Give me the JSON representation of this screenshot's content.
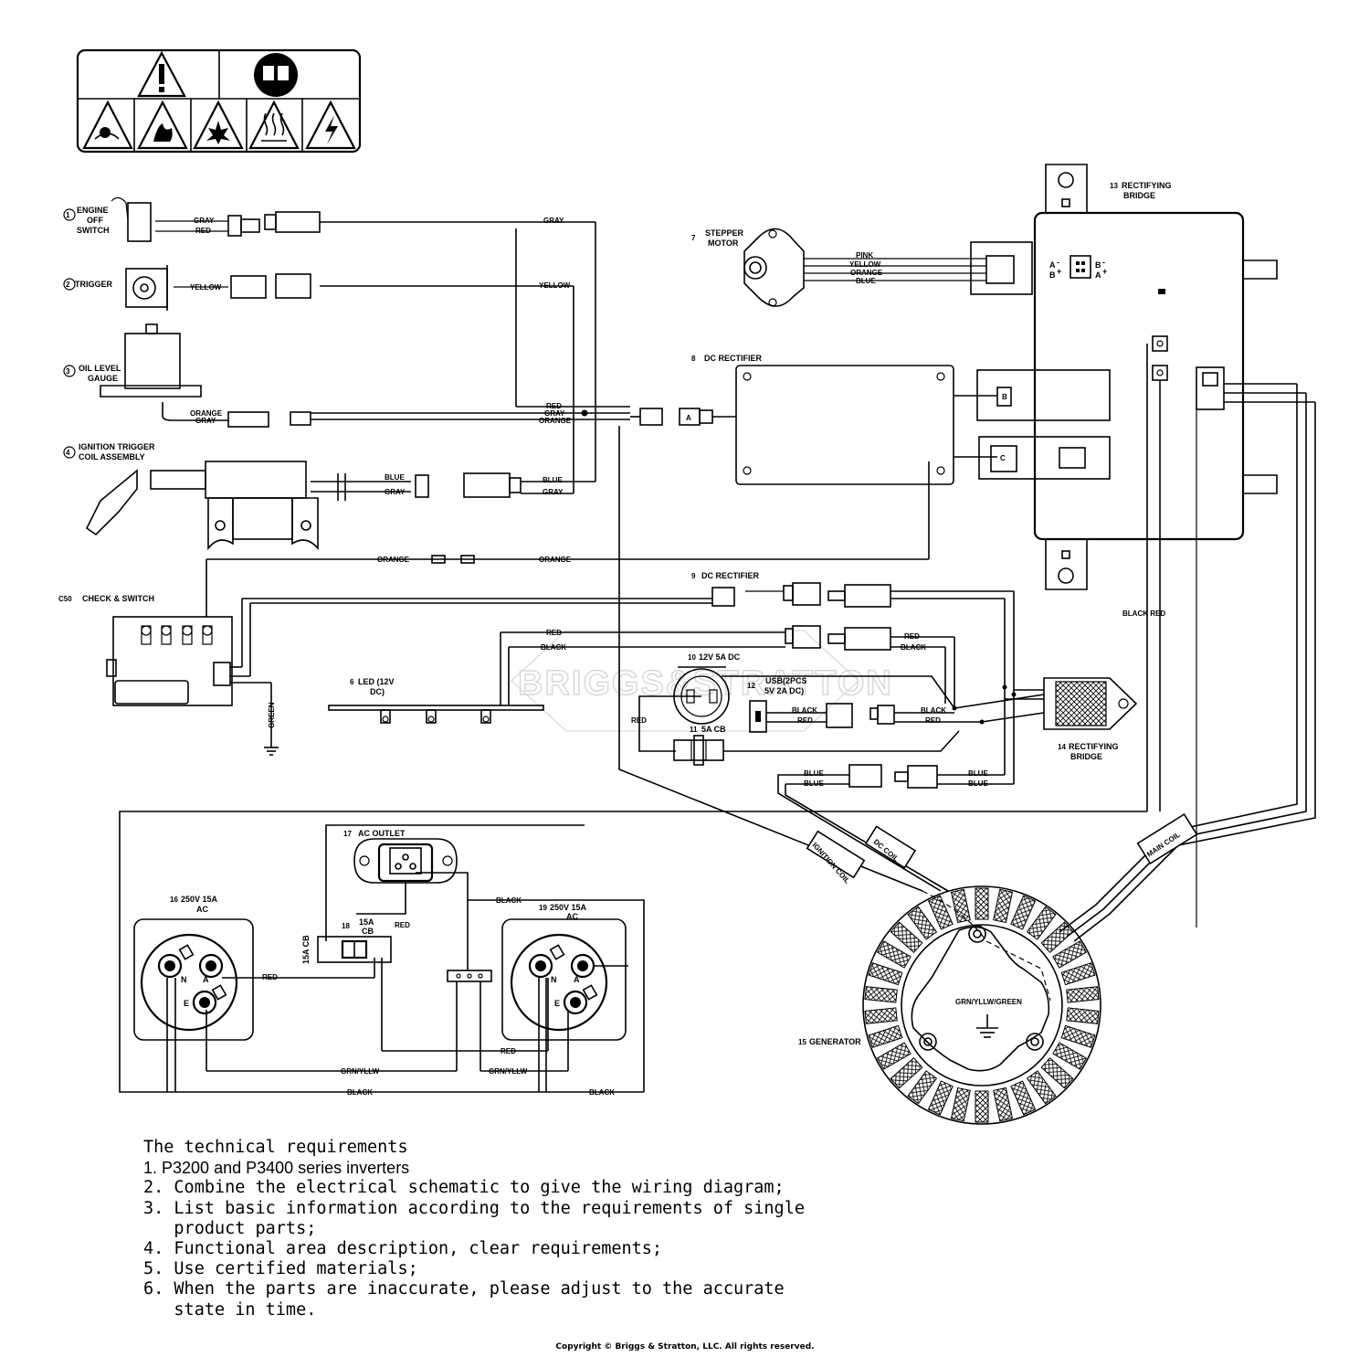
{
  "components": {
    "engine_off": {
      "num": "1",
      "label_1": "ENGINE",
      "label_2": "OFF",
      "label_3": "SWITCH"
    },
    "trigger": {
      "num": "2",
      "label": "TRIGGER"
    },
    "oil_level": {
      "num": "3",
      "label_1": "OIL LEVEL",
      "label_2": "GAUGE"
    },
    "ignition_trigger": {
      "num": "4",
      "label_1": "IGNITION TRIGGER",
      "label_2": "COIL ASSEMBLY"
    },
    "check_switch": {
      "num": "C50",
      "label": "CHECK & SWITCH"
    },
    "led": {
      "num": "6",
      "label_1": "LED (12V",
      "label_2": "DC)"
    },
    "stepper": {
      "num": "7",
      "label_1": "STEPPER",
      "label_2": "MOTOR"
    },
    "dc_rectifier_8": {
      "num": "8",
      "label": "DC RECTIFIER"
    },
    "dc_rectifier_9": {
      "num": "9",
      "label": "DC RECTIFIER"
    },
    "dc12": {
      "num": "10",
      "label": "12V 5A DC"
    },
    "cb5": {
      "num": "11",
      "label": "5A CB"
    },
    "usb": {
      "num": "12",
      "label_1": "USB(2PCS",
      "label_2": "5V 2A DC)"
    },
    "rect_bridge_13": {
      "num": "13",
      "label_1": "RECTIFYING",
      "label_2": "BRIDGE"
    },
    "rect_bridge_14": {
      "num": "14",
      "label_1": "RECTIFYING",
      "label_2": "BRIDGE"
    },
    "generator": {
      "num": "15",
      "label": "GENERATOR"
    },
    "outlet_16": {
      "num": "16",
      "label_1": "250V 15A",
      "label_2": "AC"
    },
    "ac_outlet": {
      "num": "17",
      "label": "AC OUTLET"
    },
    "cb15": {
      "num": "18",
      "label_1": "15A",
      "label_2": "CB",
      "side": "15A CB"
    },
    "outlet_19": {
      "num": "19",
      "label_1": "250V 15A",
      "label_2": "AC"
    }
  },
  "wires": {
    "gray": "GRAY",
    "red": "RED",
    "yellow": "YELLOW",
    "orange": "ORANGE",
    "blue": "BLUE",
    "black": "BLACK",
    "pink": "PINK",
    "green": "GREEN",
    "grn_yllw": "GRN/YLLW",
    "grn_yllw_green": "GRN/YLLW/GREEN",
    "black_red": "BLACK RED"
  },
  "coils": {
    "ignition": "IGNITION COIL",
    "dc": "DC COIL",
    "main": "MAIN COIL"
  },
  "connectors": {
    "a": "A",
    "b": "B",
    "c": "C"
  },
  "terminals": {
    "n": "N",
    "a": "A",
    "e": "E"
  },
  "stepper_pins": {
    "a_left": "A",
    "b_left": "B",
    "b_right": "B",
    "a_right": "A",
    "minus": "-",
    "plus": "+"
  },
  "watermark": "BRIGGS&STRATTON",
  "notes": {
    "title": "The technical requirements",
    "items": [
      "1. P3200 and P3400 series inverters",
      "2. Combine the electrical schematic to give the wiring diagram;",
      "3. List basic information according to the requirements of single",
      "   product parts;",
      "4. Functional area description, clear requirements;",
      "5. Use certified materials;",
      "6. When the parts are inaccurate, please adjust to the accurate",
      "   state in time."
    ]
  },
  "copyright": "Copyright © Briggs & Stratton, LLC. All rights reserved."
}
